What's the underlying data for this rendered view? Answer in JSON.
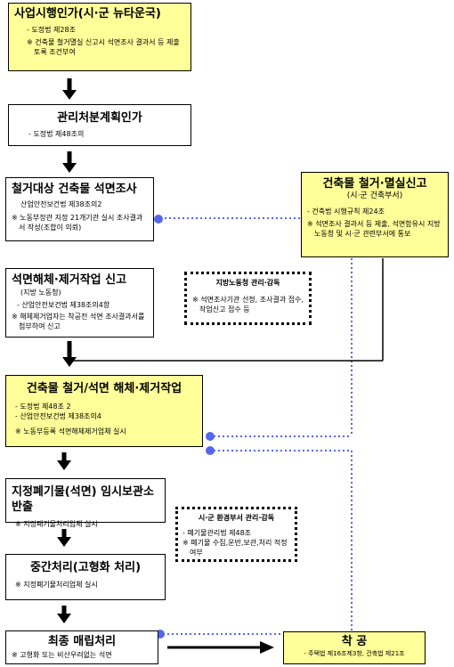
{
  "steps": {
    "s1": {
      "title": "사업시행인가(시·군 뉴타운국)",
      "lines": [
        "- 도정법 제28조"
      ],
      "note": "※  건축물 철거멸실 신고시 석면조사 결과서 등 제출토록 조건부여"
    },
    "s2": {
      "title": "관리처분계획인가",
      "lines": [
        "- 도정법 제48조의"
      ]
    },
    "s3": {
      "title": "철거대상 건축물 석면조사",
      "lines": [
        "산업안전보건법 제38조의2"
      ],
      "note": "※  노동부장관 지정 21개기관 실시 조사결과서 작성(조합이 의뢰)"
    },
    "s4": {
      "title": "석면해체·제거작업 신고",
      "lines": [
        "(지방 노동청)",
        "-  산업안전보건법 제38조의4항"
      ],
      "note": "※  해체제거업자는 착공전 석면 조사결과서를 첨부하여 신고"
    },
    "s5": {
      "title": "건축물 철거/석면 해체·제거작업",
      "lines": [
        "- 도정법 제48조 2",
        "- 산업안전보건법 제38조의4"
      ],
      "note": "※  노동부등록 석면해체제거업체 실시"
    },
    "s6": {
      "title": "지정폐기물(석면) 임시보관소 반출",
      "note": "※  지정폐기물처리업체 실시"
    },
    "s7": {
      "title": "중간처리(고형화 처리)",
      "note": "※  지정폐기물처리업체 실시"
    },
    "s8": {
      "title": "최종 매립처리",
      "note": "※  고형화 또는 비산우려없는 석면"
    },
    "side_report": {
      "title": "건축물 철거·멸실신고",
      "subtitle": "(시·군 건축부서)",
      "lines": [
        "-  건축법 시행규칙 제24조"
      ],
      "note": "※  석면조사 결과서 등 제출, 석면함유시 지방노동청 및 시·군 관련부서에 통보"
    },
    "side_labor": {
      "title": "지방노동청 관리·감독",
      "note": "※  석면조사기관 선정, 조사결과 접수, 작업신고 접수 등"
    },
    "side_env": {
      "title": "시·군 환경부서 관리·감독",
      "lines": [
        "-  폐기물관리법 제48조"
      ],
      "note": "※  폐기물 수집,운반,보관,처리 적정 여부"
    },
    "start": {
      "title": "착  공",
      "lines": [
        "- 주택법 제16조제3항, 건축법 제21조"
      ]
    }
  },
  "colors": {
    "highlight": "#ffff99",
    "connector": "#5566ee"
  }
}
